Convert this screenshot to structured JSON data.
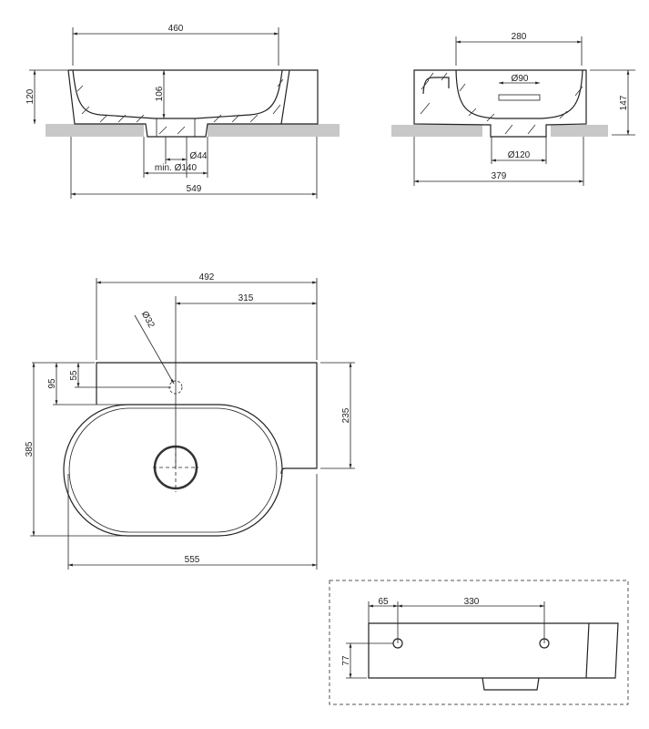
{
  "side_view_front": {
    "width_inner": "460",
    "height_total": "120",
    "depth_inner": "106",
    "drain_diameter": "Ø44",
    "cutout_min": "min. Ø140",
    "width_total": "549"
  },
  "side_view_profile": {
    "width_inner": "280",
    "overflow_diameter": "Ø90",
    "height_total": "147",
    "drain_diameter": "Ø120",
    "depth_total": "379"
  },
  "top_view": {
    "width_back": "492",
    "tap_offset": "315",
    "tap_hole_diameter": "Ø32",
    "tap_depth_a": "55",
    "tap_depth_b": "95",
    "depth_total": "385",
    "depth_right": "235",
    "width_total": "555"
  },
  "rear_view": {
    "hole_offset": "65",
    "hole_spacing": "330",
    "hole_height": "77"
  }
}
